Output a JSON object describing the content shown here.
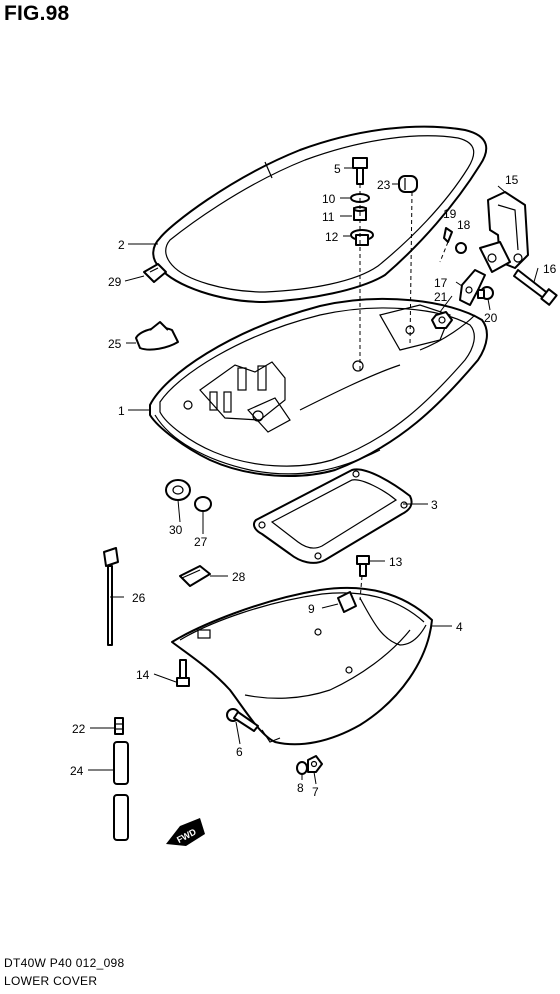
{
  "figure_title": "FIG.98",
  "footer": {
    "drawing_code": "DT40W P40 012_098",
    "assembly_name": "LOWER COVER"
  },
  "direction_label": "FWD",
  "callouts": [
    {
      "id": "c1",
      "text": "1"
    },
    {
      "id": "c2",
      "text": "2"
    },
    {
      "id": "c3",
      "text": "3"
    },
    {
      "id": "c4",
      "text": "4"
    },
    {
      "id": "c5",
      "text": "5"
    },
    {
      "id": "c6",
      "text": "6"
    },
    {
      "id": "c7",
      "text": "7"
    },
    {
      "id": "c8",
      "text": "8"
    },
    {
      "id": "c9",
      "text": "9"
    },
    {
      "id": "c10",
      "text": "10"
    },
    {
      "id": "c11",
      "text": "11"
    },
    {
      "id": "c12",
      "text": "12"
    },
    {
      "id": "c13",
      "text": "13"
    },
    {
      "id": "c14",
      "text": "14"
    },
    {
      "id": "c15",
      "text": "15"
    },
    {
      "id": "c16",
      "text": "16"
    },
    {
      "id": "c17",
      "text": "17"
    },
    {
      "id": "c18",
      "text": "18"
    },
    {
      "id": "c19",
      "text": "19"
    },
    {
      "id": "c20",
      "text": "20"
    },
    {
      "id": "c21",
      "text": "21"
    },
    {
      "id": "c22",
      "text": "22"
    },
    {
      "id": "c23",
      "text": "23"
    },
    {
      "id": "c24",
      "text": "24"
    },
    {
      "id": "c25",
      "text": "25"
    },
    {
      "id": "c26",
      "text": "26"
    },
    {
      "id": "c27",
      "text": "27"
    },
    {
      "id": "c28",
      "text": "28"
    },
    {
      "id": "c29",
      "text": "29"
    },
    {
      "id": "c30",
      "text": "30"
    }
  ]
}
